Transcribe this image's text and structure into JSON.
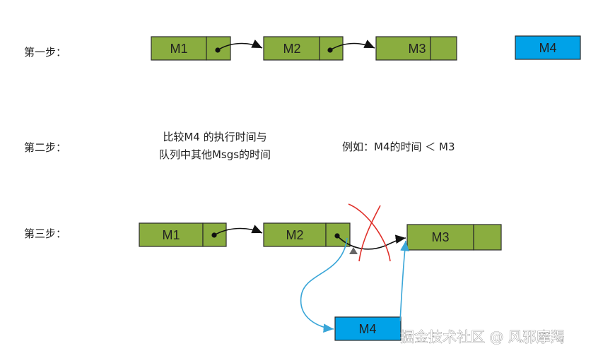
{
  "colors": {
    "node_green": "#8aad3f",
    "node_blue": "#00a2e8",
    "node_border": "#2b2b2b",
    "arrow_black": "#111111",
    "arrow_blue": "#3aa6d8",
    "cross_red": "#e0302a"
  },
  "steps": [
    {
      "label": "第一步："
    },
    {
      "label": "第二步："
    },
    {
      "label": "第三步："
    }
  ],
  "step1": {
    "m1": "M1",
    "m2": "M2",
    "m3": "M3",
    "m4": "M4"
  },
  "step2": {
    "compare_line1": "比较M4 的执行时间与",
    "compare_line2": "队列中其他Msgs的时间",
    "example": "例如：M4的时间 ＜ M3"
  },
  "step3": {
    "m1": "M1",
    "m2": "M2",
    "m3": "M3",
    "m4": "M4"
  },
  "watermark": "掘金技术社区 @ 风邪摩羯"
}
